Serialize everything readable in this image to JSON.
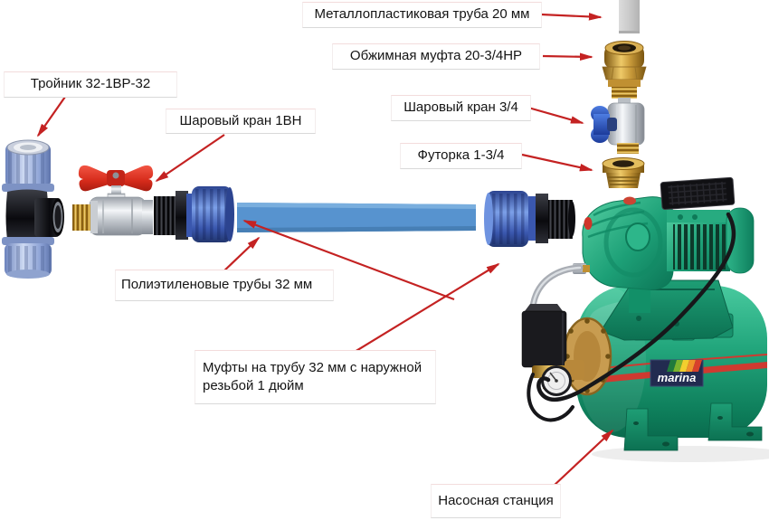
{
  "labels": {
    "metal_pipe": "Металлопластиковая труба 20 мм",
    "compression_fitting": "Обжимная муфта 20-3/4НР",
    "ball_valve_34": "Шаровый кран 3/4",
    "futorka": "Футорка 1-3/4",
    "tee": "Тройник 32-1ВР-32",
    "ball_valve_1vn": "Шаровый кран 1ВН",
    "pe_pipes": "Полиэтиленовые трубы 32 мм",
    "couplings": "Муфты на трубу 32 мм с наружной резьбой 1 дюйм",
    "pump_station": "Насосная станция"
  },
  "brand": {
    "logo_text": "marina"
  },
  "annotations": [
    {
      "label": "metal_pipe",
      "points_to": "metal-plastic-pipe"
    },
    {
      "label": "compression_fitting",
      "points_to": "compression-fitting"
    },
    {
      "label": "ball_valve_34",
      "points_to": "ball-valve-34"
    },
    {
      "label": "futorka",
      "points_to": "futorka-fitting"
    },
    {
      "label": "tee",
      "points_to": "tee-fitting"
    },
    {
      "label": "ball_valve_1vn",
      "points_to": "ball-valve-1vn"
    },
    {
      "label": "pe_pipes",
      "points_to": "pe-pipe"
    },
    {
      "label": "couplings",
      "points_to": "coupling-left,coupling-right"
    },
    {
      "label": "pump_station",
      "points_to": "pump-station"
    }
  ],
  "colors": {
    "arrow_red": "#c42222",
    "pump_green": "#23a57d",
    "pipe_blue": "#5793cf",
    "fitting_blue": "#4a6cc5",
    "tee_blue": "#9fb4dc",
    "brass": "#c89a3a",
    "chrome": "#c6cbd1",
    "stripe_red": "#cf3a30",
    "logo_navy": "#222b50"
  }
}
